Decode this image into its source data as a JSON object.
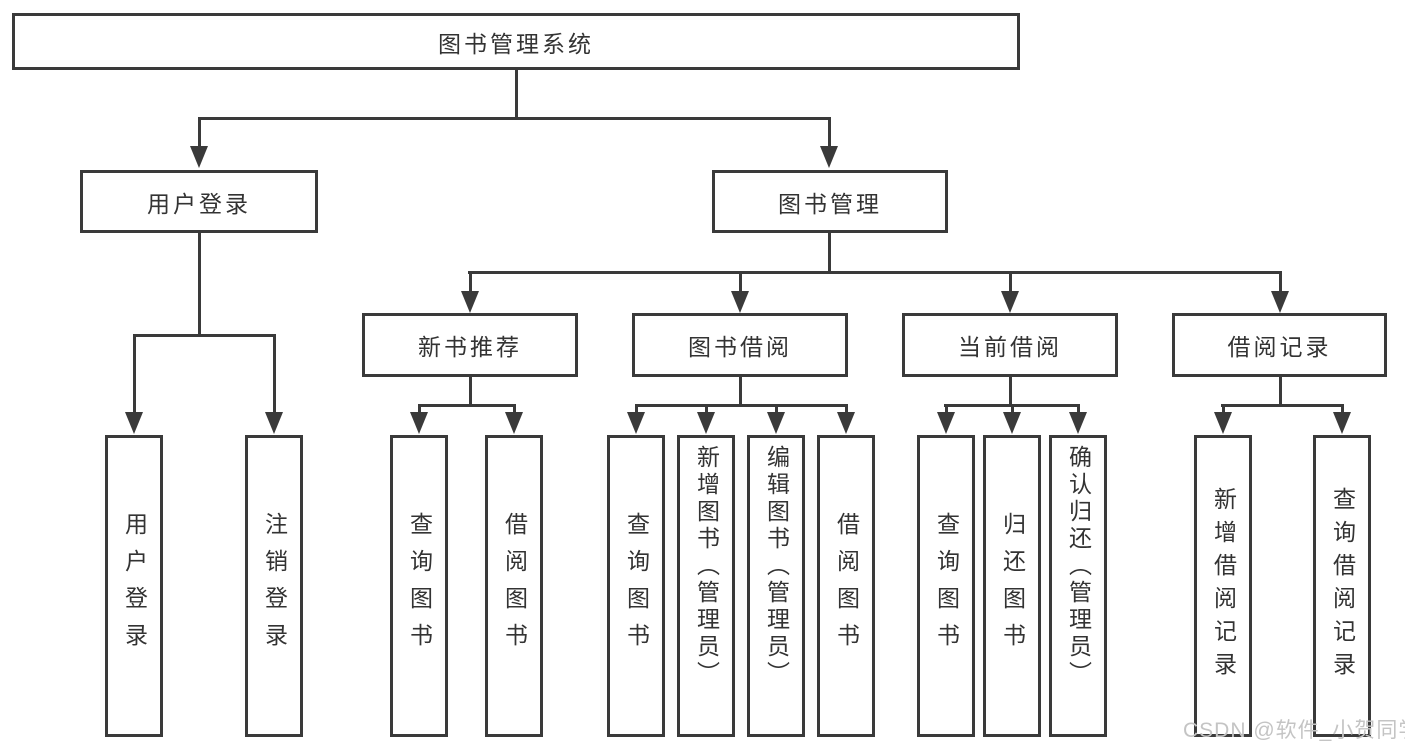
{
  "title": "图书管理系统",
  "watermark": {
    "text": "CSDN @软件_小贺同学"
  },
  "colors": {
    "line": "#3a3a3a",
    "box_border": "#3a3a3a",
    "text": "#333333",
    "background": "#ffffff",
    "watermark": "#c4c4c4"
  },
  "chart_type": "org-tree-diagram",
  "tree": {
    "label": "图书管理系统",
    "children": [
      {
        "label": "用户登录",
        "children": [
          {
            "label": "用户登录"
          },
          {
            "label": "注销登录"
          }
        ]
      },
      {
        "label": "图书管理",
        "children": [
          {
            "label": "新书推荐",
            "children": [
              {
                "label": "查询图书"
              },
              {
                "label": "借阅图书"
              }
            ]
          },
          {
            "label": "图书借阅",
            "children": [
              {
                "label": "查询图书"
              },
              {
                "label": "新增图书（管理员）"
              },
              {
                "label": "编辑图书（管理员）"
              },
              {
                "label": "借阅图书"
              }
            ]
          },
          {
            "label": "当前借阅",
            "children": [
              {
                "label": "查询图书"
              },
              {
                "label": "归还图书"
              },
              {
                "label": "确认归还（管理员）"
              }
            ]
          },
          {
            "label": "借阅记录",
            "children": [
              {
                "label": "新增借阅记录"
              },
              {
                "label": "查询借阅记录"
              }
            ]
          }
        ]
      }
    ]
  }
}
